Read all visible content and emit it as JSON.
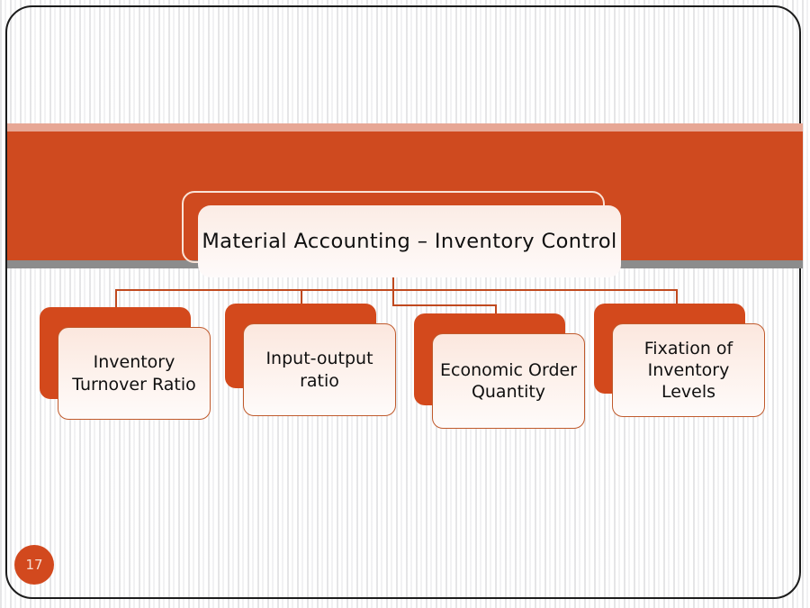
{
  "slide": {
    "page_number": "17",
    "colors": {
      "banner_orange": "#cf4a1f",
      "banner_top_strip": "#e7a795",
      "banner_bottom_strip": "#8c8c8c",
      "box_orange": "#d3491c",
      "box_fill": "#fdf0ea",
      "box_border": "#c05a2c",
      "connector": "#c0491f",
      "frame_border": "#1c1c1c",
      "page_badge": "#d2491e"
    }
  },
  "title": {
    "text": "Material Accounting – Inventory Control"
  },
  "nodes": [
    {
      "id": "inventory-turnover-ratio",
      "lines": [
        "Inventory",
        "Turnover",
        "Ratio"
      ],
      "text": "Inventory Turnover Ratio"
    },
    {
      "id": "input-output-ratio",
      "lines": [
        "Input-output",
        "ratio"
      ],
      "text": "Input-output ratio"
    },
    {
      "id": "economic-order-quantity",
      "lines": [
        "Economic",
        "Order",
        "Quantity"
      ],
      "text": "Economic Order Quantity"
    },
    {
      "id": "fixation-of-inventory-levels",
      "lines": [
        "Fixation of",
        "Inventory",
        "Levels"
      ],
      "text": "Fixation of Inventory Levels"
    }
  ]
}
